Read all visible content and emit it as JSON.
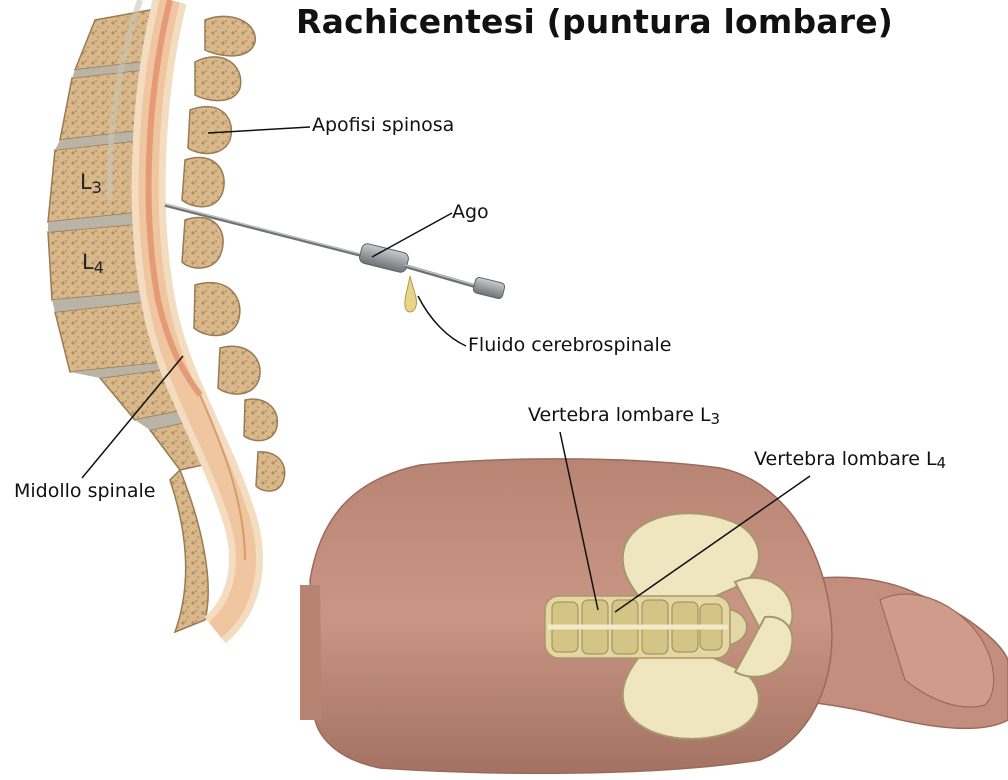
{
  "title": "Rachicentesi (puntura lombare)",
  "labels": {
    "apofisi": "Apofisi spinosa",
    "ago": "Ago",
    "fluido": "Fluido cerebrospinale",
    "midollo": "Midollo spinale",
    "vert_l3_text": "Vertebra lombare L",
    "vert_l3_sub": "3",
    "vert_l4_text": "Vertebra lombare L",
    "vert_l4_sub": "4",
    "l3_letter": "L",
    "l3_sub": "3",
    "l4_letter": "L",
    "l4_sub": "4"
  },
  "colors": {
    "bone": "#d8b98a",
    "bone_dark": "#b8956a",
    "disc": "#b9b4a6",
    "cord": "#f2c7a0",
    "cord_core": "#e8a17c",
    "skin": "#c99585",
    "skin_shadow": "#a87565",
    "pelvis": "#efe6c0",
    "needle": "#8c8f92"
  }
}
